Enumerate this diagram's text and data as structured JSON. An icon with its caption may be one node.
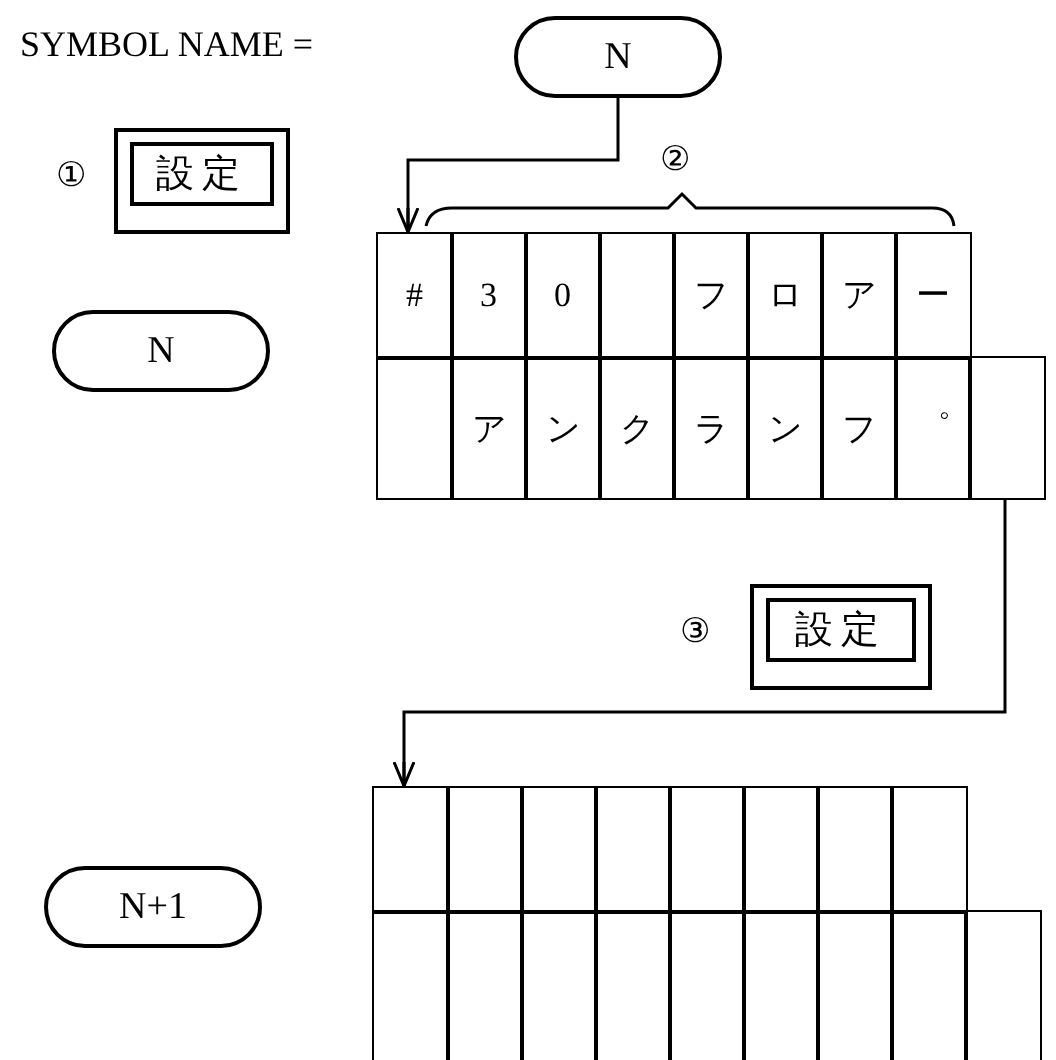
{
  "diagram": {
    "nodes": [
      {
        "text": [
          "N"
        ]
      },
      {
        "text": [
          "設定"
        ],
        "beside": [
          "①"
        ]
      },
      {
        "text": [],
        "shape": "box"
      },
      {
        "text": [
          "N"
        ]
      },
      {
        "text": [
          "設定"
        ],
        "beside": [
          "③"
        ]
      },
      {
        "text": [],
        "shape": "box"
      },
      {
        "text": [
          "N+1"
        ]
      }
    ],
    "edges": [
      {
        "from": 0,
        "to": 2,
        "arrow": "to"
      },
      {
        "from": 2,
        "to": 5,
        "arrow": "to"
      }
    ],
    "labels": [
      "SYMBOL NAME =",
      "②",
      "#",
      "3",
      "0",
      "フ",
      "ロ",
      "ア",
      "ー",
      "ア",
      "ン",
      "ク",
      "ラ",
      "ン",
      "フ",
      "゜"
    ]
  }
}
